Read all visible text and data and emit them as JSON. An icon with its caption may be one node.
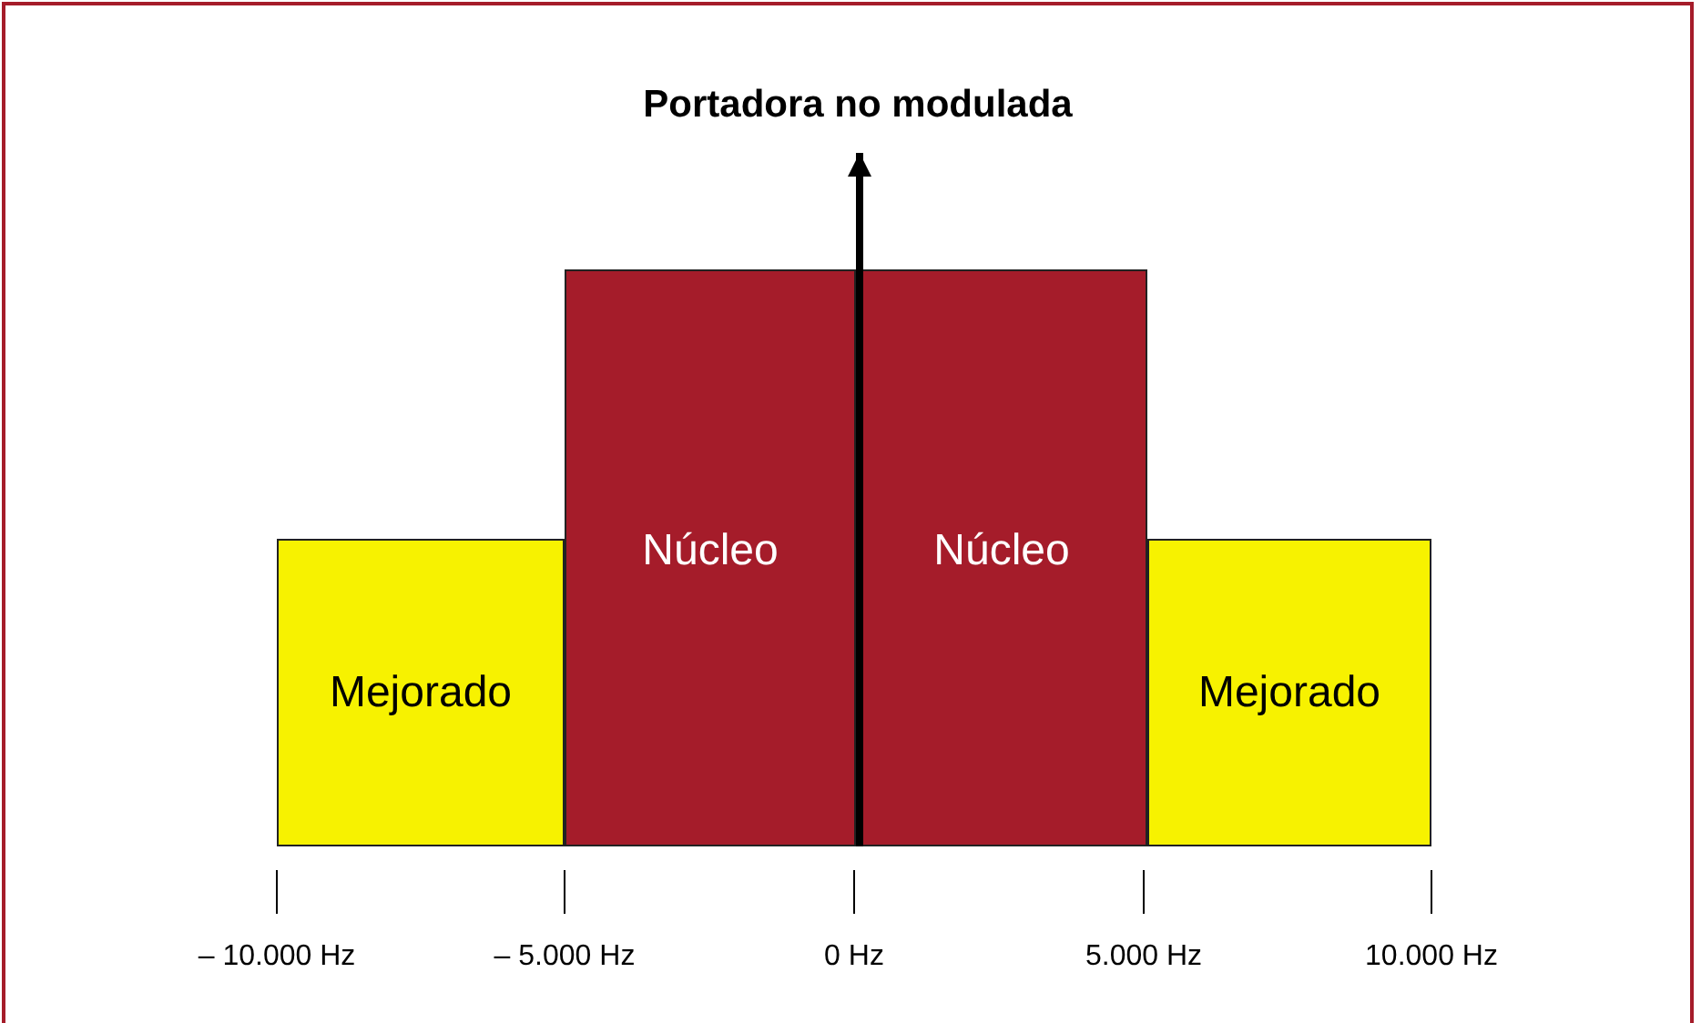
{
  "diagram": {
    "nodes": [
      {
        "text": [
          "Mejorado"
        ]
      },
      {
        "text": [
          "Núcleo"
        ]
      },
      {
        "text": [
          "Núcleo"
        ]
      },
      {
        "text": [
          "Mejorado"
        ]
      }
    ],
    "labels": [
      "Portadora no modulada",
      "– 10.000 Hz",
      "– 5.000 Hz",
      "0 Hz",
      "5.000 Hz",
      "10.000 Hz"
    ]
  }
}
